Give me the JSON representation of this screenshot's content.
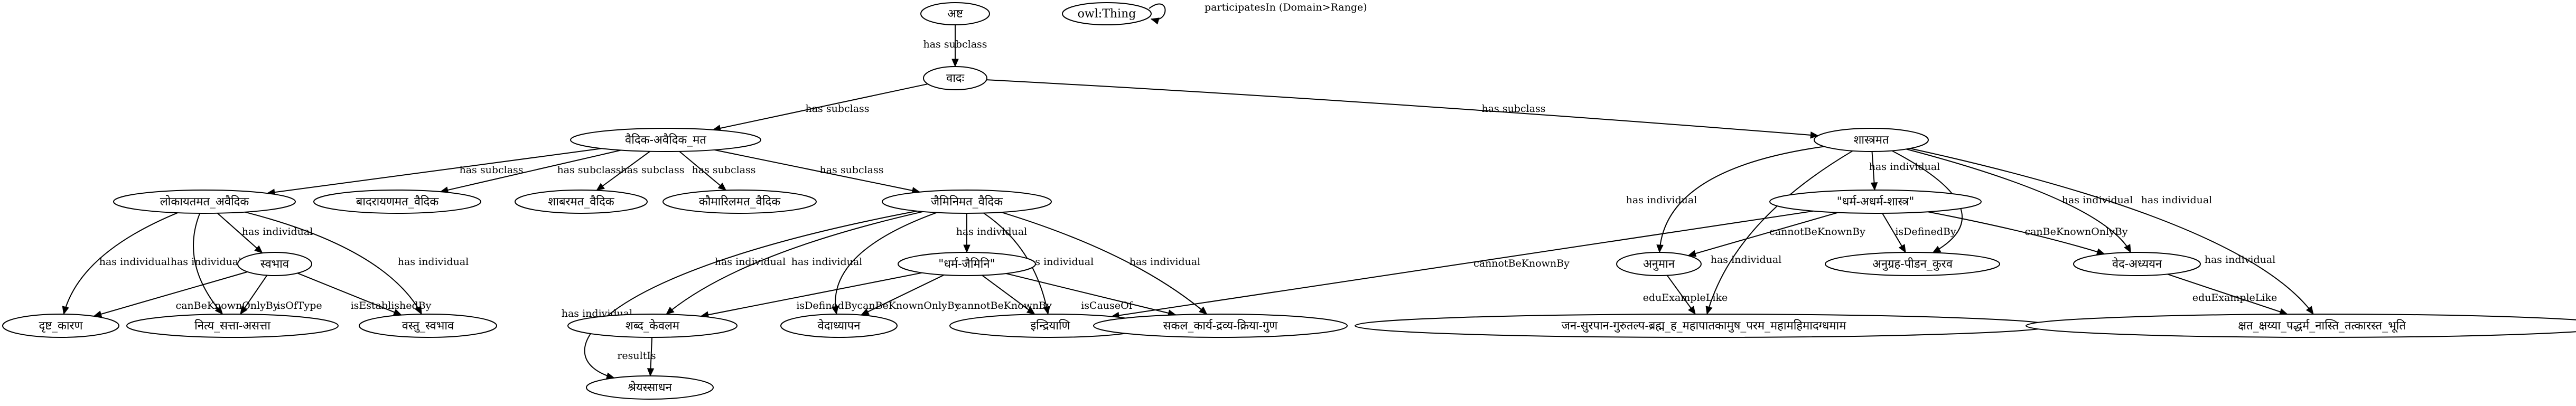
{
  "nodes": [
    {
      "id": "asht",
      "label": "अष्ट"
    },
    {
      "id": "thing",
      "label": "owl:Thing"
    },
    {
      "id": "vada",
      "label": "वादः"
    },
    {
      "id": "vaidika",
      "label": "वैदिक-अवैदिक_मत"
    },
    {
      "id": "shastra",
      "label": "शास्त्रमत"
    },
    {
      "id": "lokayata",
      "label": "लोकायतमत_अवैदिक"
    },
    {
      "id": "badarayana",
      "label": "बादरायणमत_वैदिक"
    },
    {
      "id": "shabara",
      "label": "शाबरमत_वैदिक"
    },
    {
      "id": "kaumarila",
      "label": "कौमारिलमत_वैदिक"
    },
    {
      "id": "jaimini",
      "label": "जैमिनिमत_वैदिक"
    },
    {
      "id": "dharma_shastra",
      "label": "\"धर्म-अधर्म-शास्त्र\""
    },
    {
      "id": "anumana",
      "label": "अनुमान"
    },
    {
      "id": "anugraha",
      "label": "अनुग्रह-पीडन_कुरव"
    },
    {
      "id": "veda_adhyayana",
      "label": "वेद-अध्ययन"
    },
    {
      "id": "svabhava",
      "label": "स्वभाव"
    },
    {
      "id": "dharma_jaimini",
      "label": "\"धर्म-जैमिनि\""
    },
    {
      "id": "drishta_karana",
      "label": "दृष्ट_कारण"
    },
    {
      "id": "nitya",
      "label": "नित्य_सत्ता-असत्ता"
    },
    {
      "id": "vastu",
      "label": "वस्तु_स्वभाव"
    },
    {
      "id": "shabda",
      "label": "शब्द_केवलम"
    },
    {
      "id": "vedadhyayana",
      "label": "वेदाध्यापन"
    },
    {
      "id": "indriya",
      "label": "इन्द्रियाणि"
    },
    {
      "id": "sakala",
      "label": "सकल_कार्य-द्रव्य-क्रिया-गुण"
    },
    {
      "id": "jana",
      "label": "जन-सुरपान-गुरुतल्प-ब्रह्म_ह_महापातकामुष_परम_महामहिमादग्धमाम"
    },
    {
      "id": "kshata",
      "label": "क्षत_क्षय्या_पद्धर्म_नास्ति_तत्कारस्त_भूति"
    },
    {
      "id": "shreyas",
      "label": "श्रेयस्साधन"
    }
  ],
  "edges": [
    {
      "from": "asht",
      "to": "vada",
      "label": "has subclass"
    },
    {
      "from": "thing",
      "to": "thing",
      "label": "participatesIn (Domain>Range)"
    },
    {
      "from": "vada",
      "to": "vaidika",
      "label": "has subclass"
    },
    {
      "from": "vada",
      "to": "shastra",
      "label": "has subclass"
    },
    {
      "from": "vaidika",
      "to": "lokayata",
      "label": "has subclass"
    },
    {
      "from": "vaidika",
      "to": "badarayana",
      "label": "has subclass"
    },
    {
      "from": "vaidika",
      "to": "shabara",
      "label": "has subclass"
    },
    {
      "from": "vaidika",
      "to": "kaumarila",
      "label": "has subclass"
    },
    {
      "from": "vaidika",
      "to": "jaimini",
      "label": "has subclass"
    },
    {
      "from": "lokayata",
      "to": "drishta_karana",
      "label": "has individual"
    },
    {
      "from": "lokayata",
      "to": "nitya",
      "label": "has individual"
    },
    {
      "from": "lokayata",
      "to": "svabhava",
      "label": "has individual"
    },
    {
      "from": "lokayata",
      "to": "vastu",
      "label": "has individual"
    },
    {
      "from": "svabhava",
      "to": "drishta_karana",
      "label": "canBeKnownOnlyBy"
    },
    {
      "from": "svabhava",
      "to": "nitya",
      "label": "isOfType"
    },
    {
      "from": "svabhava",
      "to": "vastu",
      "label": "isEstablishedBy"
    },
    {
      "from": "jaimini",
      "to": "shreyas",
      "label": "has individual"
    },
    {
      "from": "jaimini",
      "to": "shabda",
      "label": "has individual"
    },
    {
      "from": "jaimini",
      "to": "vedadhyayana",
      "label": "has individual"
    },
    {
      "from": "jaimini",
      "to": "dharma_jaimini",
      "label": "has individual"
    },
    {
      "from": "jaimini",
      "to": "indriya",
      "label": "has individual"
    },
    {
      "from": "jaimini",
      "to": "sakala",
      "label": "has individual"
    },
    {
      "from": "dharma_jaimini",
      "to": "shabda",
      "label": "isDefinedBy"
    },
    {
      "from": "dharma_jaimini",
      "to": "vedadhyayana",
      "label": "canBeKnownOnlyBy"
    },
    {
      "from": "dharma_jaimini",
      "to": "indriya",
      "label": "cannotBeKnownBy"
    },
    {
      "from": "dharma_jaimini",
      "to": "sakala",
      "label": "isCauseOf"
    },
    {
      "from": "shabda",
      "to": "shreyas",
      "label": "resultIs"
    },
    {
      "from": "shastra",
      "to": "anumana",
      "label": "has individual"
    },
    {
      "from": "shastra",
      "to": "jana",
      "label": "has individual"
    },
    {
      "from": "shastra",
      "to": "dharma_shastra",
      "label": "has individual"
    },
    {
      "from": "shastra",
      "to": "anugraha",
      "label": "has individual"
    },
    {
      "from": "shastra",
      "to": "veda_adhyayana",
      "label": "has individual"
    },
    {
      "from": "shastra",
      "to": "kshata",
      "label": "has individual"
    },
    {
      "from": "dharma_shastra",
      "to": "indriya",
      "label": "cannotBeKnownBy"
    },
    {
      "from": "dharma_shastra",
      "to": "anumana",
      "label": "cannotBeKnownBy"
    },
    {
      "from": "dharma_shastra",
      "to": "anugraha",
      "label": "isDefinedBy"
    },
    {
      "from": "dharma_shastra",
      "to": "veda_adhyayana",
      "label": "canBeKnownOnlyBy"
    },
    {
      "from": "anumana",
      "to": "jana",
      "label": "eduExampleLike"
    },
    {
      "from": "veda_adhyayana",
      "to": "kshata",
      "label": "eduExampleLike"
    }
  ]
}
